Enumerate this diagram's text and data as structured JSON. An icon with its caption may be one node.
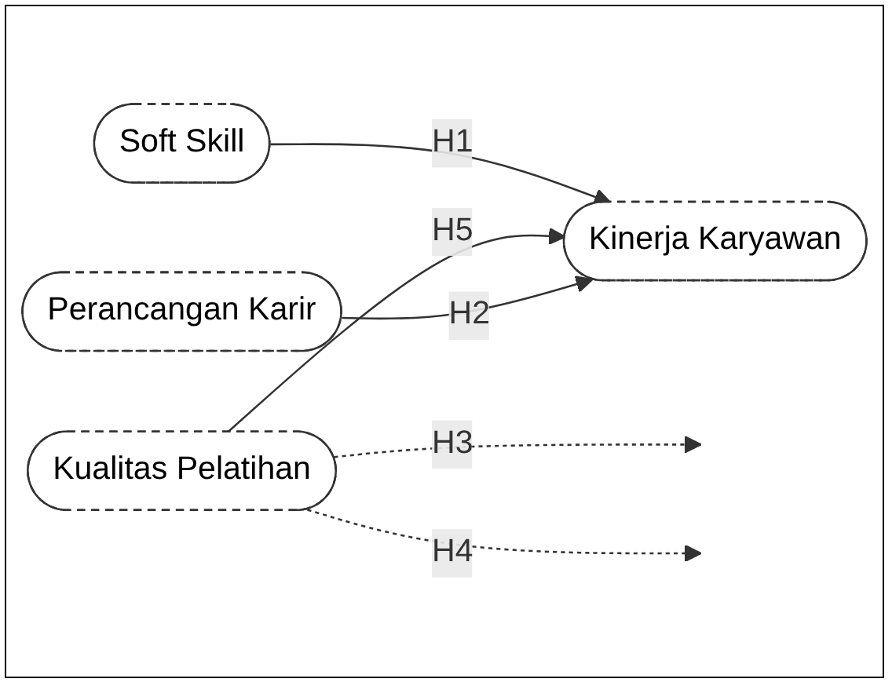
{
  "diagram": {
    "nodes": [
      {
        "text": [
          "Soft Skill"
        ]
      },
      {
        "text": [
          "Kualitas Pelatihan"
        ]
      },
      {
        "text": [
          "Perancangan Karir"
        ]
      },
      {
        "text": [
          "Kinerja Karyawan"
        ]
      }
    ],
    "edges": [
      {
        "from": 0,
        "to": 3,
        "arrow": "to",
        "label": "H1"
      },
      {
        "from": 1,
        "to": null,
        "arrow": "to",
        "label": "H3",
        "style": "dashed"
      },
      {
        "from": 1,
        "to": 3,
        "arrow": "to",
        "label": "H5"
      },
      {
        "from": 1,
        "to": null,
        "arrow": "to",
        "label": "H4",
        "style": "dashed"
      },
      {
        "from": 2,
        "to": 3,
        "arrow": "to",
        "label": "H2"
      }
    ]
  }
}
